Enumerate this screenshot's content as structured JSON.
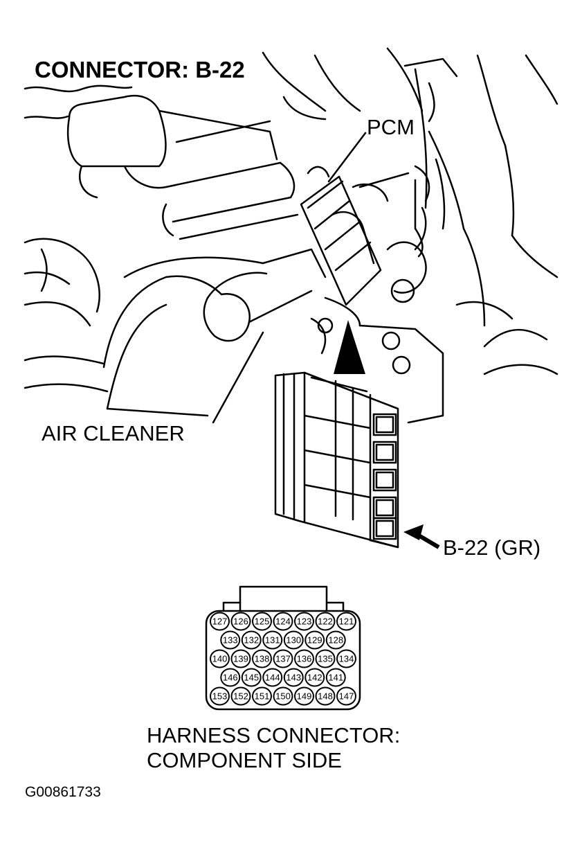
{
  "title": "CONNECTOR: B-22",
  "labels": {
    "pcm": "PCM",
    "air_cleaner": "AIR CLEANER",
    "connector_id": "B-22 (GR)",
    "harness_line1": "HARNESS CONNECTOR:",
    "harness_line2": "COMPONENT SIDE"
  },
  "figure_id": "G00861733",
  "pin_rows": [
    [
      "127",
      "126",
      "125",
      "124",
      "123",
      "122",
      "121"
    ],
    [
      "133",
      "132",
      "131",
      "130",
      "129",
      "128"
    ],
    [
      "140",
      "139",
      "138",
      "137",
      "136",
      "135",
      "134"
    ],
    [
      "146",
      "145",
      "144",
      "143",
      "142",
      "141"
    ],
    [
      "153",
      "152",
      "151",
      "150",
      "149",
      "148",
      "147"
    ]
  ]
}
